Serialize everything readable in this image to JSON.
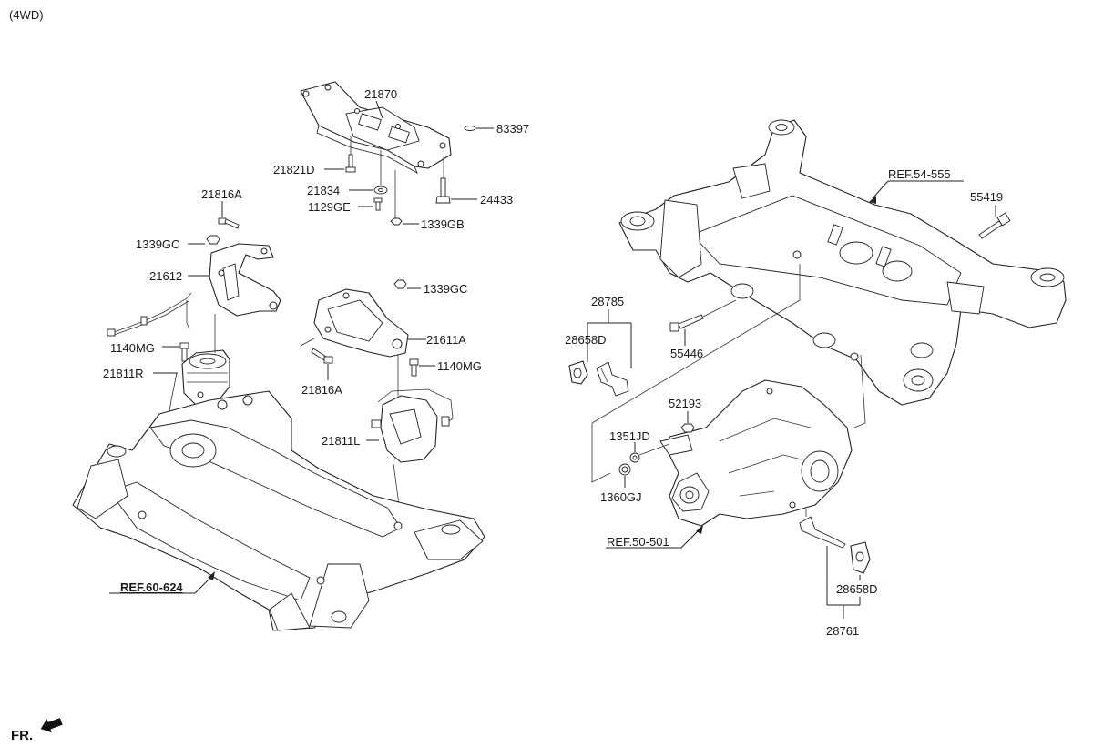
{
  "header": {
    "variant": "(4WD)"
  },
  "orientation": {
    "label": "FR.",
    "icon": "front-arrow-icon"
  },
  "references": {
    "front_subframe": "REF.60-624",
    "rear_subframe": "REF.54-555",
    "differential": "REF.50-501"
  },
  "parts": {
    "p21870": "21870",
    "p83397": "83397",
    "p21821D": "21821D",
    "p21834": "21834",
    "p1129GE": "1129GE",
    "p24433": "24433",
    "p1339GB": "1339GB",
    "p21816A_top": "21816A",
    "p1339GC_left": "1339GC",
    "p21612": "21612",
    "p1140MG_left": "1140MG",
    "p21811R": "21811R",
    "p1339GC_right": "1339GC",
    "p21611A": "21611A",
    "p21816A_mid": "21816A",
    "p1140MG_right": "1140MG",
    "p21811L": "21811L",
    "p55419": "55419",
    "p28785": "28785",
    "p28658D_left": "28658D",
    "p55446": "55446",
    "p52193": "52193",
    "p1351JD": "1351JD",
    "p1360GJ": "1360GJ",
    "p28658D_right": "28658D",
    "p28761": "28761"
  }
}
